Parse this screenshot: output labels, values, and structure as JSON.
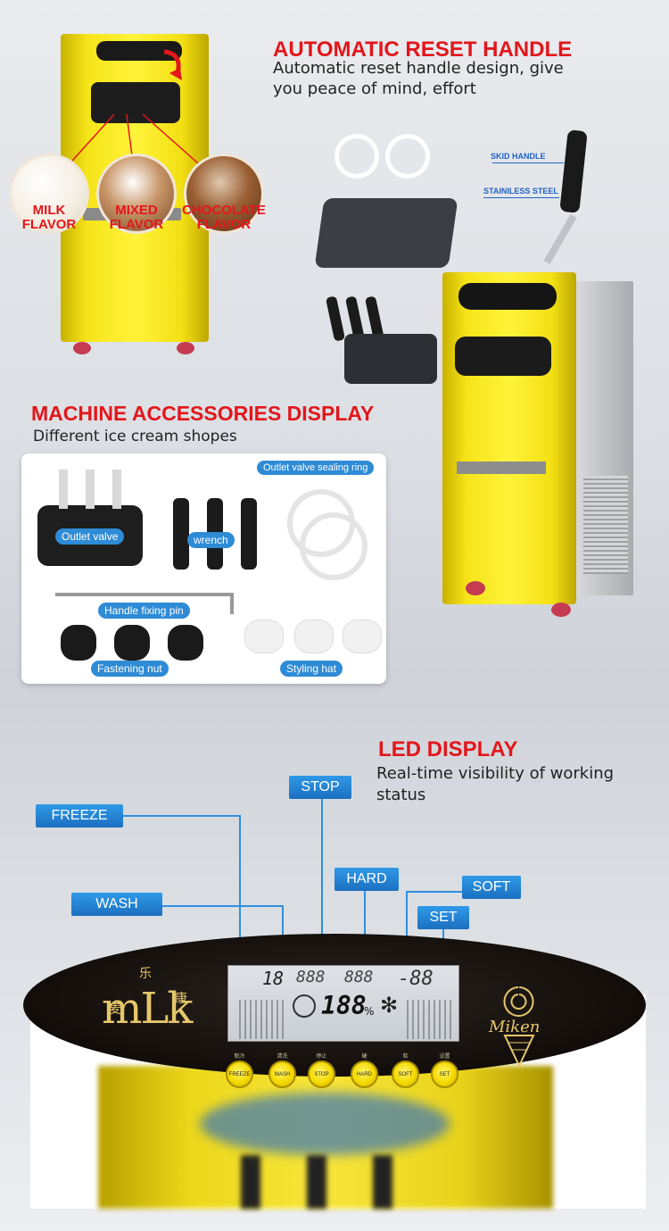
{
  "reset_section": {
    "title": "AUTOMATIC RESET HANDLE",
    "subtitle_line1": "Automatic reset handle design, give",
    "subtitle_line2": "you peace of mind, effort",
    "callout_skid": "SKID HANDLE",
    "callout_steel": "STAINILESS STEEL"
  },
  "flavors": [
    {
      "line1": "MILK",
      "line2": "FLAVOR"
    },
    {
      "line1": "MIXED",
      "line2": "FLAVOR"
    },
    {
      "line1": "CHOCOLATE",
      "line2": "FLAVOR"
    }
  ],
  "accessories_section": {
    "title": "MACHINE ACCESSORIES DISPLAY",
    "subtitle": "Different ice cream shopes",
    "labels": {
      "outlet_valve": "Outlet valve",
      "wrench": "wrench",
      "sealing_ring": "Outlet valve sealing ring",
      "fixing_pin": "Handle fixing pin",
      "fastening_nut": "Fastening nut",
      "styling_hat": "Styling hat"
    }
  },
  "led_section": {
    "title": "LED DISPLAY",
    "subtitle_line1": "Real-time visibility of working",
    "subtitle_line2": "status",
    "labels": {
      "freeze": "FREEZE",
      "stop": "STOP",
      "wash": "WASH",
      "hard": "HARD",
      "soft": "SOFT",
      "set": "SET"
    }
  },
  "lcd": {
    "seg1": "18",
    "seg2": "888",
    "seg3": "888",
    "seg4": "-88",
    "seg_main": "188",
    "percent": "%"
  },
  "panel_buttons": [
    {
      "top": "制冷",
      "text": "FREEZE"
    },
    {
      "top": "清洗",
      "text": "WASH"
    },
    {
      "top": "停止",
      "text": "STOP"
    },
    {
      "top": "硬",
      "text": "HARD"
    },
    {
      "top": "软",
      "text": "SOFT"
    },
    {
      "top": "设置",
      "text": "SET"
    }
  ],
  "logo": {
    "left_brand": "mLk",
    "chars": "乐麦康",
    "right_brand": "Miken"
  },
  "colors": {
    "accent_red": "#e3161b",
    "label_blue": "#1f6fc0",
    "machine_yellow": "#f6e419"
  }
}
